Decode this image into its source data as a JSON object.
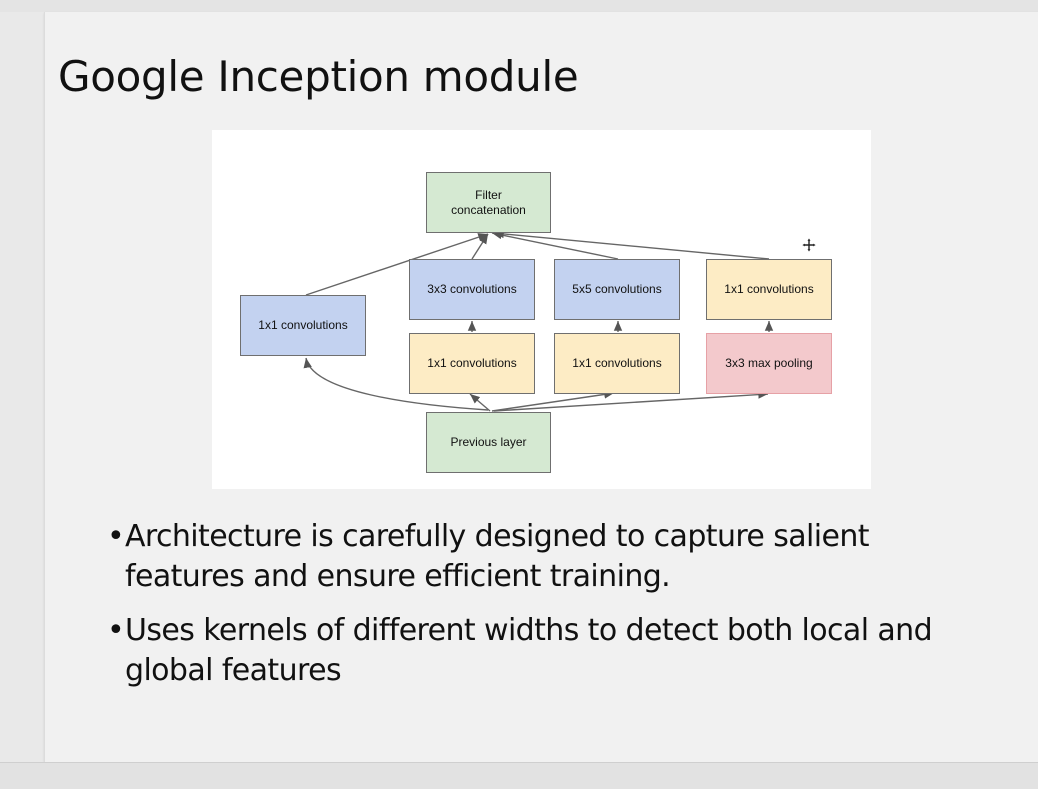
{
  "slide": {
    "title": "Google Inception module",
    "bullets": [
      "Architecture is carefully designed to capture salient features and ensure efficient training.",
      "Uses kernels of different widths to detect both local and global features"
    ],
    "bullet_glyph": "•"
  },
  "diagram": {
    "filter_concat": "Filter\nconcatenation",
    "previous_layer": "Previous layer",
    "left_1x1": "1x1 convolutions",
    "conv3x3": "3x3 convolutions",
    "conv5x5": "5x5 convolutions",
    "right_1x1_top": "1x1 convolutions",
    "reduce_1x1_a": "1x1 convolutions",
    "reduce_1x1_b": "1x1 convolutions",
    "maxpool": "3x3 max pooling"
  },
  "colors": {
    "green": "#d5e9d2",
    "blue": "#c3d2f0",
    "yellow": "#fdecc5",
    "red": "#f3c9cc"
  },
  "icons": {
    "cursor": "move-cursor-icon"
  }
}
